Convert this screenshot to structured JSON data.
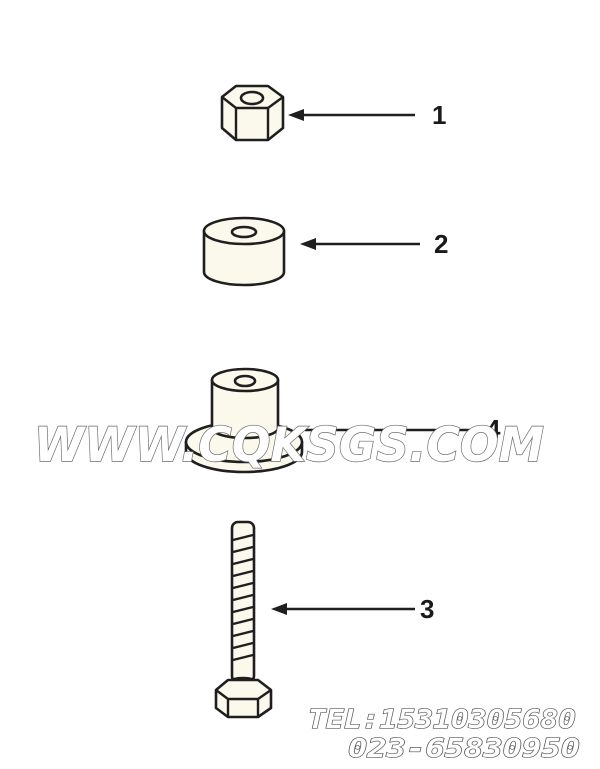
{
  "callouts": [
    {
      "id": "1",
      "label": "1",
      "part": "hex-nut"
    },
    {
      "id": "4",
      "label": "4",
      "part": "spacer"
    },
    {
      "id": "2",
      "label": "2",
      "part": "isolator-mount"
    },
    {
      "id": "3",
      "label": "3",
      "part": "hex-bolt"
    }
  ],
  "watermark": {
    "site": "WWW.CQKSGS.COM",
    "phone": "TEL:15310305680",
    "phone2": "023-65830950"
  },
  "colors": {
    "line": "#1f1f1f",
    "part_fill": "#fbf8ec",
    "background": "#ffffff"
  }
}
